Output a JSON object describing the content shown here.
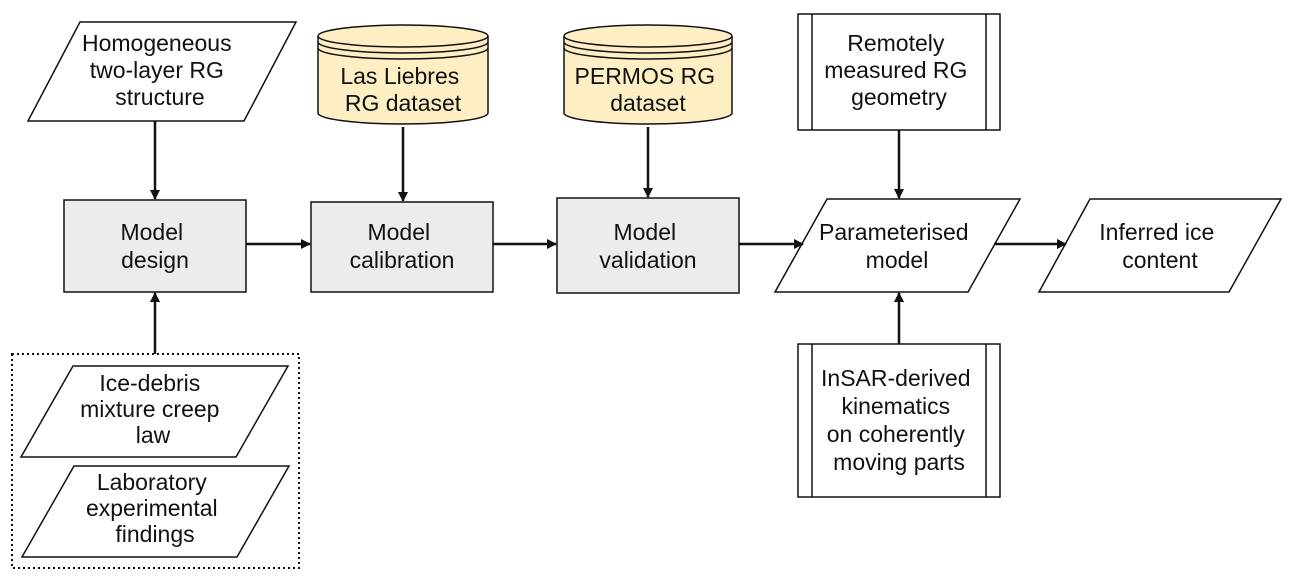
{
  "colors": {
    "stroke": "#111111",
    "process_fill": "#ececec",
    "database_fill": "#fdeec4",
    "background": "#ffffff"
  },
  "nodes": {
    "homogeneous_structure": {
      "lines": [
        "Homogeneous",
        "two-layer RG",
        "structure"
      ]
    },
    "las_liebres_dataset": {
      "lines": [
        "Las Liebres",
        "RG dataset"
      ]
    },
    "permos_dataset": {
      "lines": [
        "PERMOS RG",
        "dataset"
      ]
    },
    "remote_geometry": {
      "lines": [
        "Remotely",
        "measured RG",
        "geometry"
      ]
    },
    "model_design": {
      "lines": [
        "Model",
        "design"
      ]
    },
    "model_calibration": {
      "lines": [
        "Model",
        "calibration"
      ]
    },
    "model_validation": {
      "lines": [
        "Model",
        "validation"
      ]
    },
    "parameterised_model": {
      "lines": [
        "Parameterised",
        "model"
      ]
    },
    "inferred_ice": {
      "lines": [
        "Inferred ice",
        "content"
      ]
    },
    "insar_kinematics": {
      "lines": [
        "InSAR-derived",
        "kinematics",
        "on coherently",
        "moving parts"
      ]
    },
    "creep_law": {
      "lines": [
        "Ice-debris",
        "mixture creep",
        "law"
      ]
    },
    "lab_findings": {
      "lines": [
        "Laboratory",
        "experimental",
        "findings"
      ]
    }
  }
}
